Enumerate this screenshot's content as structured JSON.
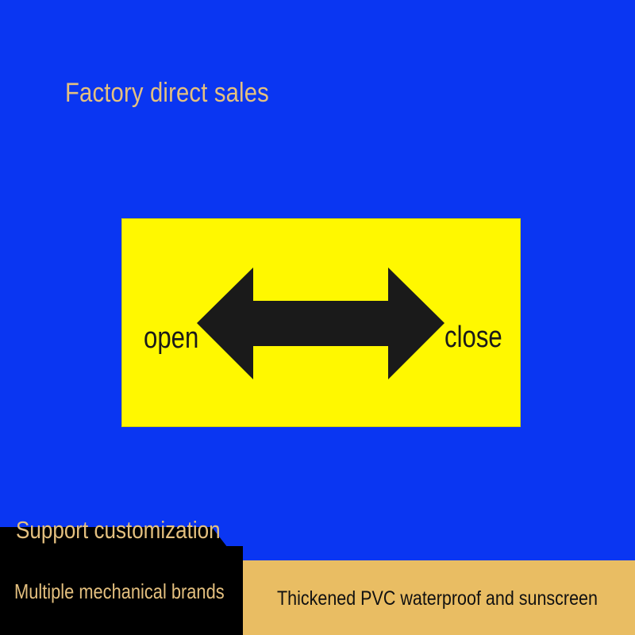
{
  "colors": {
    "background": "#0a36f2",
    "sign_background": "#fff800",
    "accent_text": "#e4c07f",
    "banner_background": "#e9bd63",
    "arrow": "#1a1a1a"
  },
  "headline": "Factory direct sales",
  "sign": {
    "open_label": "open",
    "close_label": "close",
    "arrow_icon": "double-arrow-icon"
  },
  "features": {
    "customization": "Support customization",
    "brands": "Multiple mechanical brands",
    "material": "Thickened PVC waterproof and sunscreen"
  }
}
